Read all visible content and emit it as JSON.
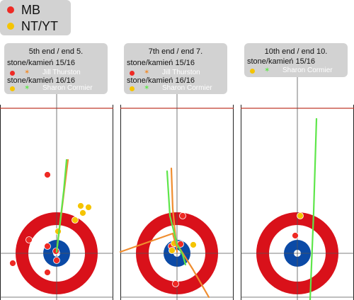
{
  "colors": {
    "mb": "#ee2a24",
    "ntyt": "#f5c400",
    "track_mb": "#f08d2f",
    "track_ntyt": "#5ee64a",
    "ring_red": "#d9111a",
    "ring_blue": "#0b4aa6",
    "panel_bg": "#d2d2d2",
    "hog_line": "#c0392b"
  },
  "legend": [
    {
      "label": "MB",
      "color": "#ee2a24"
    },
    {
      "label": "NT/YT",
      "color": "#f5c400"
    }
  ],
  "panels": [
    {
      "title": "5th end / end 5.",
      "rows": [
        {
          "stone": "stone/kamień 15/16",
          "player": "Jill Thurston",
          "dot": "mb"
        },
        {
          "stone": "stone/kamień 16/16",
          "player": "Sharon Cormier",
          "dot": "ntyt"
        }
      ]
    },
    {
      "title": "7th end / end 7.",
      "rows": [
        {
          "stone": "stone/kamień 15/16",
          "player": "Jill Thurston",
          "dot": "mb"
        },
        {
          "stone": "stone/kamień 16/16",
          "player": "Sharon Cormier",
          "dot": "ntyt"
        }
      ]
    },
    {
      "title": "10th end / end 10.",
      "rows": [
        {
          "stone": "stone/kamień 15/16",
          "player": "Sharon Cormier",
          "dot": "ntyt"
        }
      ]
    }
  ]
}
